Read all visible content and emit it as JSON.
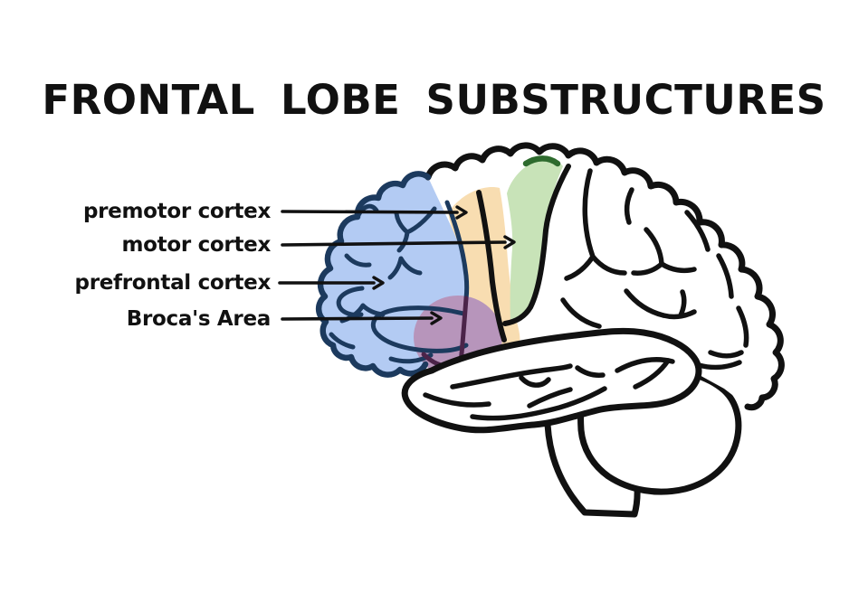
{
  "diagram": {
    "title": "FRONTAL LOBE SUBSTRUCTURES",
    "regions": [
      {
        "label": "premotor cortex",
        "fill": "#f8ddb1"
      },
      {
        "label": "motor cortex",
        "fill": "#c8e3b8"
      },
      {
        "label": "prefrontal cortex",
        "fill": "#b3cbf3"
      },
      {
        "label": "Broca's Area",
        "fill": "#b795bb"
      }
    ],
    "colors": {
      "outline": "#111111",
      "prefrontal_line": "#1c3a5e",
      "broca_line": "#4b2449",
      "motor_cap": "#2e6b2e",
      "background": "#ffffff"
    }
  }
}
